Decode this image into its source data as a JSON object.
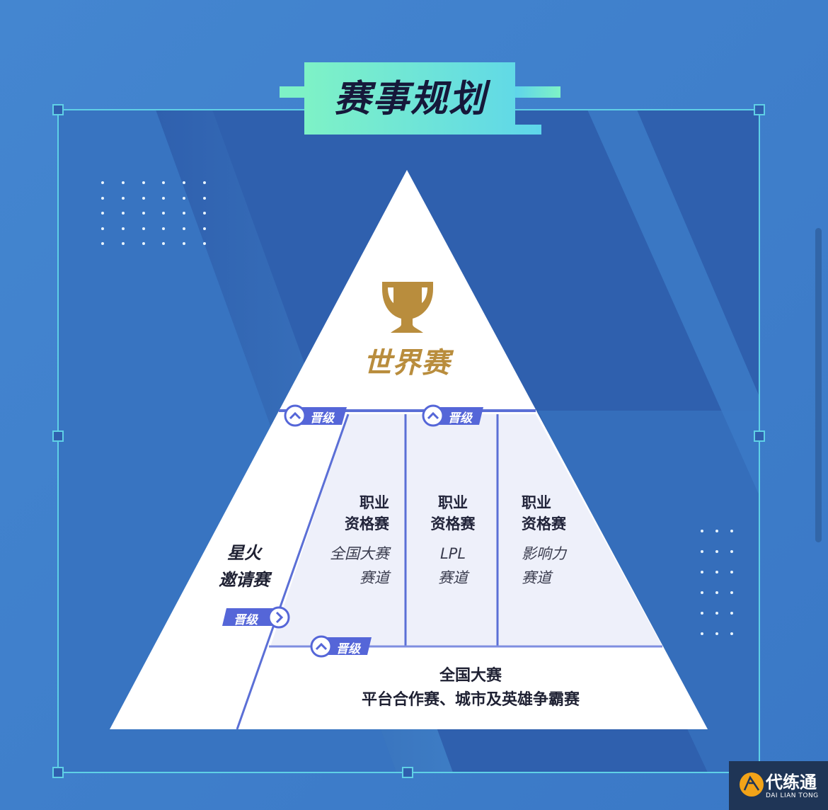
{
  "header": {
    "title": "赛事规划"
  },
  "pyramid": {
    "top": {
      "icon": "trophy-icon",
      "label": "世界赛",
      "color": "#b98d3d"
    },
    "middle": {
      "columns": [
        {
          "heading_line1": "职业",
          "heading_line2": "资格赛",
          "sub_line1": "全国大赛",
          "sub_line2": "赛道"
        },
        {
          "heading_line1": "职业",
          "heading_line2": "资格赛",
          "sub_line1": "LPL",
          "sub_line2": "赛道"
        },
        {
          "heading_line1": "职业",
          "heading_line2": "资格赛",
          "sub_line1": "影响力",
          "sub_line2": "赛道"
        }
      ]
    },
    "left_branch": {
      "line1": "星火",
      "line2": "邀请赛"
    },
    "bottom": {
      "line1": "全国大赛",
      "line2": "平台合作赛、城市及英雄争霸赛"
    },
    "promotion_tags": [
      {
        "label": "晋级",
        "direction": "up",
        "position": "top-left"
      },
      {
        "label": "晋级",
        "direction": "up",
        "position": "top-middle"
      },
      {
        "label": "晋级",
        "direction": "right",
        "position": "left-branch"
      },
      {
        "label": "晋级",
        "direction": "up",
        "position": "bottom"
      }
    ]
  },
  "watermark": {
    "main": "代练通",
    "sub": "DAI LIAN TONG"
  },
  "colors": {
    "background": "#3d80cc",
    "panel_dark": "#2f5fae",
    "frame_line": "#5fd0e6",
    "title_bg_start": "#7bf0c8",
    "title_bg_end": "#5fd4ea",
    "divider": "#5b6fd6",
    "tag": "#5566d8",
    "gold": "#b98d3d"
  }
}
